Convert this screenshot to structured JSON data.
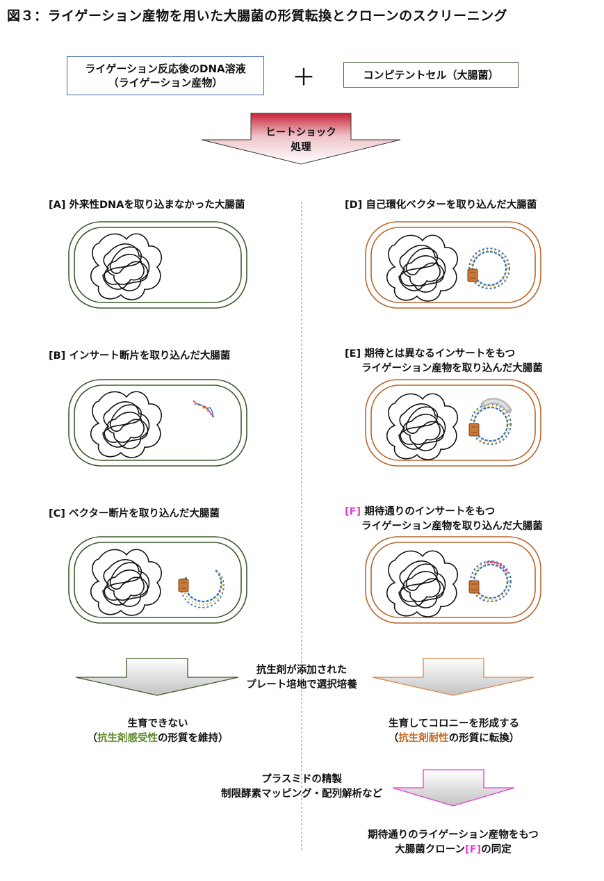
{
  "title": "図３：ライゲーション産物を用いた大腸菌の形質転換とクローンのスクリーニング",
  "inputs": {
    "ligation_line1": "ライゲーション反応後のDNA溶液",
    "ligation_line2": "（ライゲーション産物）",
    "plus": "＋",
    "competent": "コンピテントセル（大腸菌）"
  },
  "heatshock": {
    "line1": "ヒートショック",
    "line2": "処理"
  },
  "cells": {
    "A": {
      "label": "[A] 外来性DNAを取り込まなかった大腸菌"
    },
    "B": {
      "label": "[B] インサート断片を取り込んだ大腸菌"
    },
    "C": {
      "label": "[C] ベクター断片を取り込んだ大腸菌"
    },
    "D": {
      "label": "[D] 自己環化ベクターを取り込んだ大腸菌"
    },
    "E": {
      "label1": "[E] 期待とは異なるインサートをもつ",
      "label2": "ライゲーション産物を取り込んだ大腸菌"
    },
    "F": {
      "tag": "[F]",
      "label1": " 期待通りのインサートをもつ",
      "label2": "ライゲーション産物を取り込んだ大腸菌"
    }
  },
  "selection": {
    "line1": "抗生剤が添加された",
    "line2": "プレート培地で選択培養"
  },
  "left_result": {
    "line1": "生育できない",
    "open": "（",
    "highlight": "抗生剤感受性",
    "rest": "の形質を維持）"
  },
  "right_result": {
    "line1": "生育してコロニーを形成する",
    "open": "（",
    "highlight": "抗生剤耐性",
    "rest": "の形質に転換）"
  },
  "purification": {
    "line1": "プラスミドの精製",
    "line2": "制限酵素マッピング・配列解析など"
  },
  "final": {
    "line1": "期待通りのライゲーション産物をもつ",
    "line2a": "大腸菌クローン",
    "tag": "[F]",
    "line2b": "の同定"
  },
  "colors": {
    "green_cell": "#3c5a2a",
    "orange_cell": "#b8652a",
    "blue_box": "#3b67a8",
    "pink": "#e23fd0",
    "dna_blue": "#2f6fc0",
    "dna_yellow": "#e8b631",
    "insert_pink": "#e0408a",
    "marker": "#c9783a"
  }
}
